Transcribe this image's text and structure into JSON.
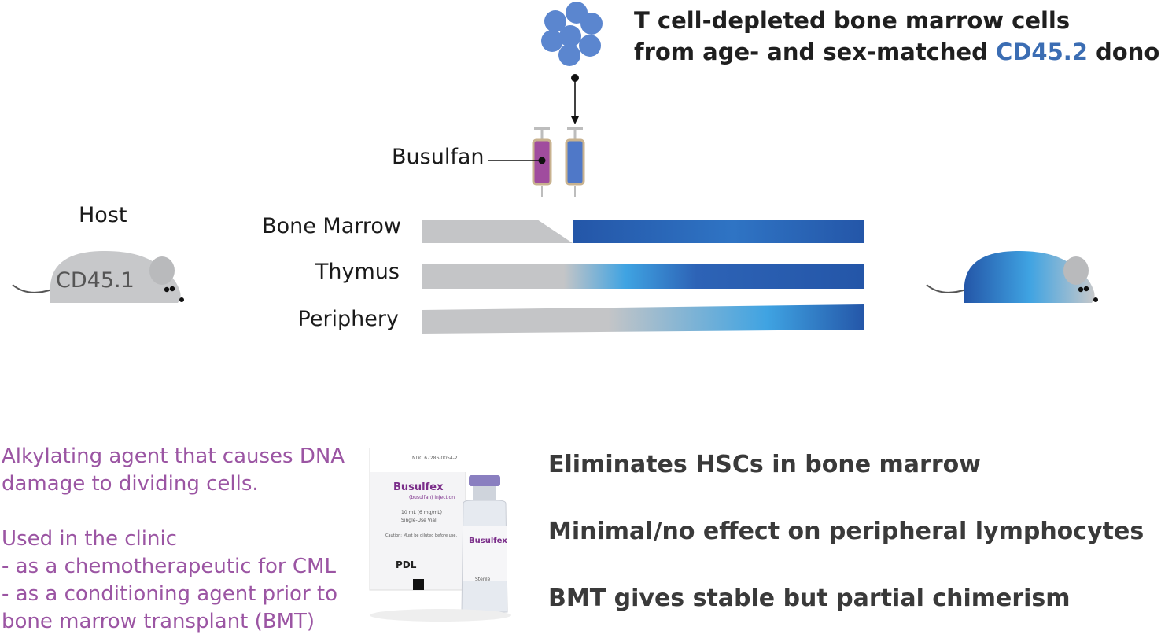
{
  "donor": {
    "line1": "T cell-depleted bone marrow cells",
    "line2_prefix": "from age- and sex-matched ",
    "line2_accent": "CD45.2",
    "line2_suffix": " donor",
    "accent_color": "#3b6db3"
  },
  "host": {
    "label": "Host",
    "marker": "CD45.1"
  },
  "injection": {
    "label": "Busulfan"
  },
  "compartments": [
    {
      "label": "Bone Marrow"
    },
    {
      "label": "Thymus"
    },
    {
      "label": "Periphery"
    }
  ],
  "drug_description": {
    "line1": "Alkylating agent that causes DNA",
    "line2": "damage to dividing cells.",
    "clinic_header": "Used in the clinic",
    "use1": "- as a chemotherapeutic for CML",
    "use2": "- as a conditioning agent prior to",
    "use3": "bone marrow transplant (BMT)",
    "color": "#9b55a3"
  },
  "product": {
    "brand": "Busulfex",
    "subtitle": "(busulfan) injection",
    "ndc": "NDC 67286-0054-2",
    "volume": "10 mL (6 mg/mL)",
    "vial_type": "Single-Use Vial",
    "caution": "Caution: Must be diluted before use.",
    "sterile": "Sterile",
    "maker": "PDL"
  },
  "effects": [
    "Eliminates HSCs in bone marrow",
    "Minimal/no effect on peripheral lymphocytes",
    "BMT gives stable but partial chimerism"
  ],
  "colors": {
    "bar_gray": "#c4c5c7",
    "bar_blue_dark": "#2456a8",
    "bar_blue_light": "#3fa3e2",
    "syringe_purple": "#a04c9e",
    "syringe_blue": "#4f78c8",
    "cell_blue": "#5b86cf",
    "mouse_gray": "#c7c8ca"
  }
}
